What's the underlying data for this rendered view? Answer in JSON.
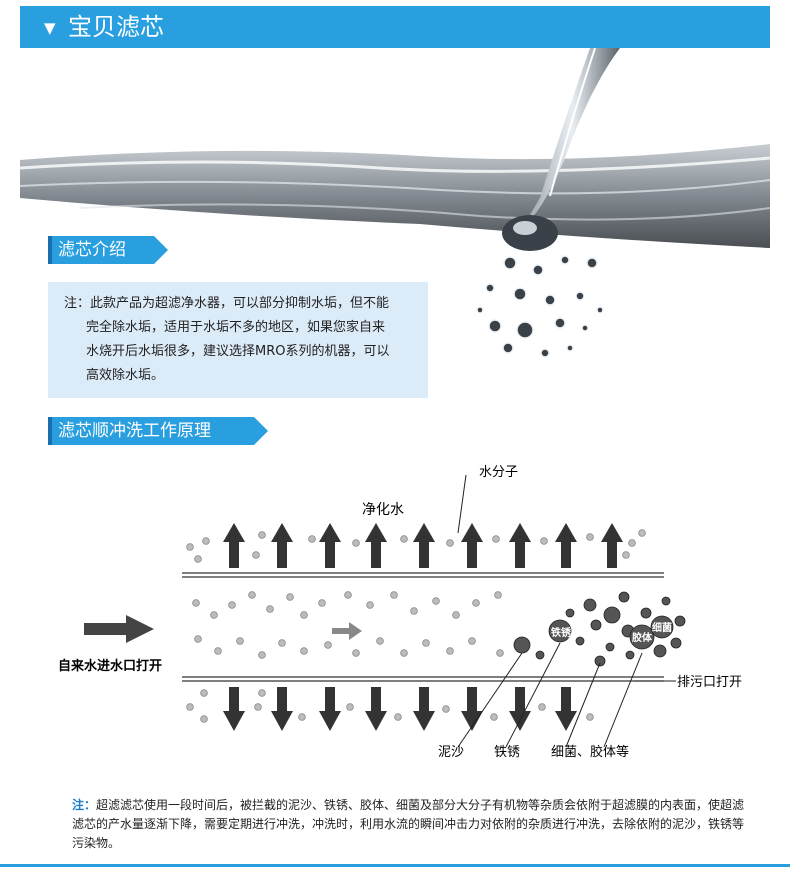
{
  "header": {
    "title": "宝贝滤芯",
    "toggle_glyph": "▼"
  },
  "section1": {
    "title": "滤芯介绍",
    "lines": [
      "注：此款产品为超滤净水器，可以部分抑制水垢，但不能",
      "完全除水垢，适用于水垢不多的地区，如果您家自来",
      "水烧开后水垢很多，建议选择MRO系列的机器，可以",
      "高效除水垢。"
    ]
  },
  "section2": {
    "title": "滤芯顺冲洗工作原理"
  },
  "diagram": {
    "label_water_molecule": "水分子",
    "label_purified": "净化水",
    "label_inlet": "自来水进水口打开",
    "label_drain": "排污口打开",
    "label_sand": "泥沙",
    "label_rust": "铁锈",
    "label_bacteria": "细菌、胶体等",
    "ball_rust": "铁锈",
    "ball_colloid": "胶体",
    "ball_bacteria": "细菌"
  },
  "note": {
    "key": "注：",
    "text": "超滤滤芯使用一段时间后，被拦截的泥沙、铁锈、胶体、细菌及部分大分子有机物等杂质会依附于超滤膜的内表面，使超滤滤芯的产水量逐渐下降，需要定期进行冲洗，冲洗时，利用水流的瞬间冲击力对依附的杂质进行冲洗，去除依附的泥沙，铁锈等污染物。"
  },
  "colors": {
    "accent": "#2a9fe0",
    "box": "#dcebf8"
  }
}
